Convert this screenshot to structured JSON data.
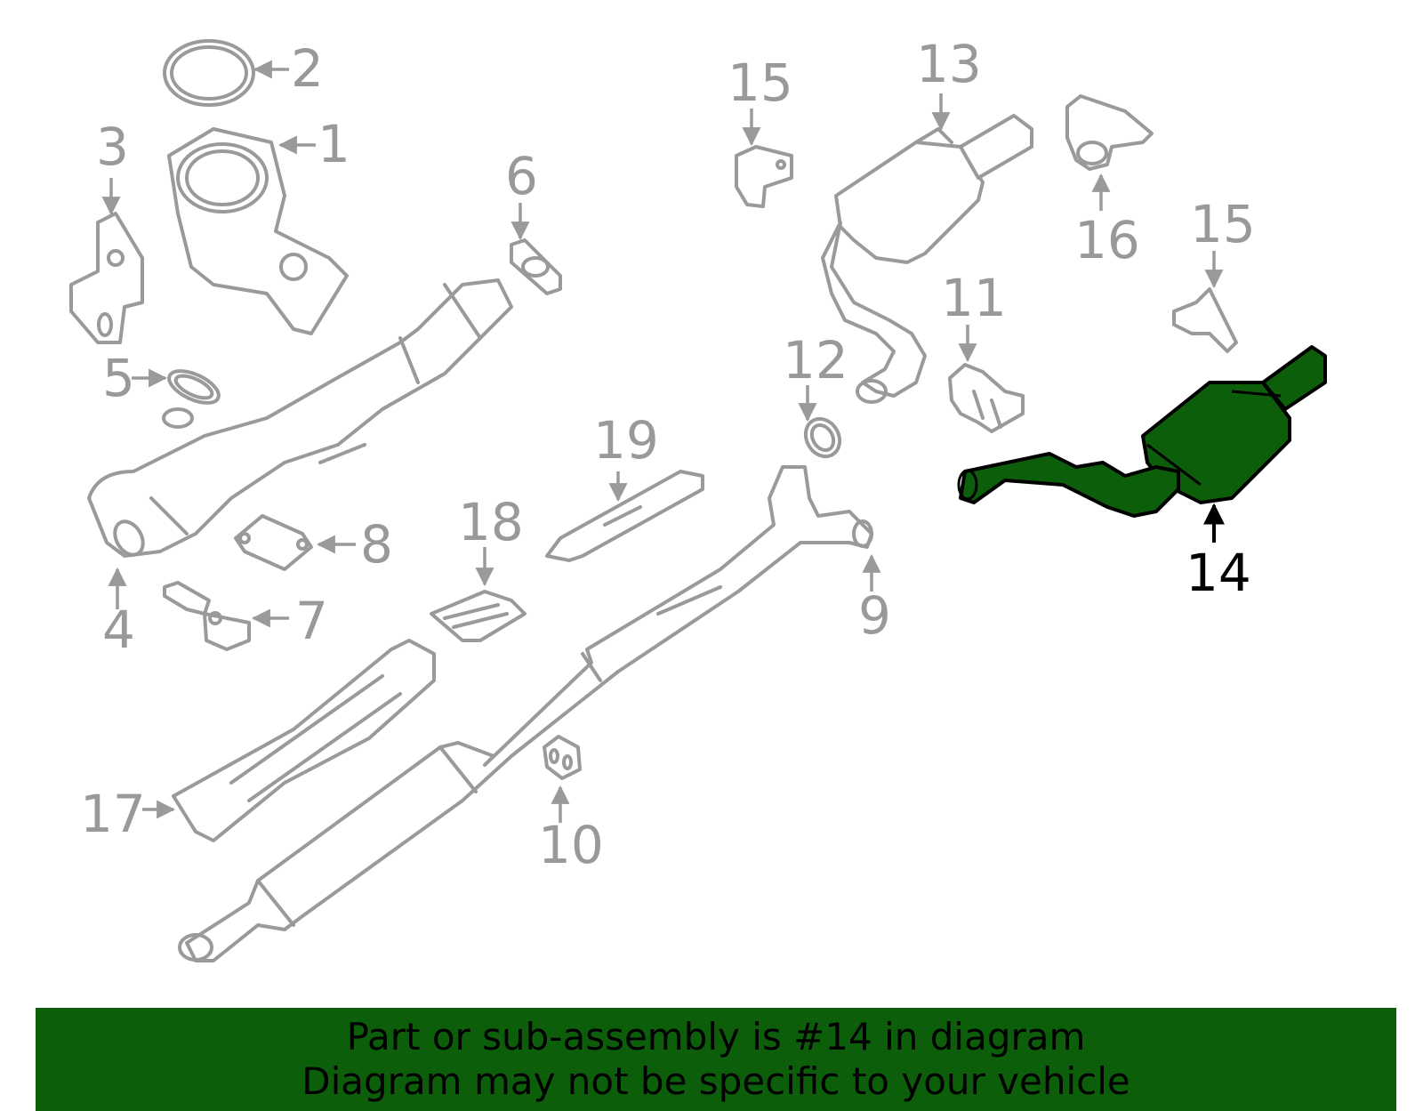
{
  "diagram": {
    "callouts": [
      "1",
      "2",
      "3",
      "4",
      "5",
      "6",
      "7",
      "8",
      "9",
      "10",
      "11",
      "12",
      "13",
      "14",
      "15",
      "15",
      "16",
      "17",
      "18",
      "19"
    ],
    "highlight_callout": "14",
    "colors": {
      "highlight": "#0d5e0b",
      "line": "#9a9a9a",
      "highlight_label": "#000000"
    }
  },
  "banner": {
    "line1": "Part or sub-assembly is #14 in diagram",
    "line2": "Diagram may not be specific to your vehicle"
  }
}
